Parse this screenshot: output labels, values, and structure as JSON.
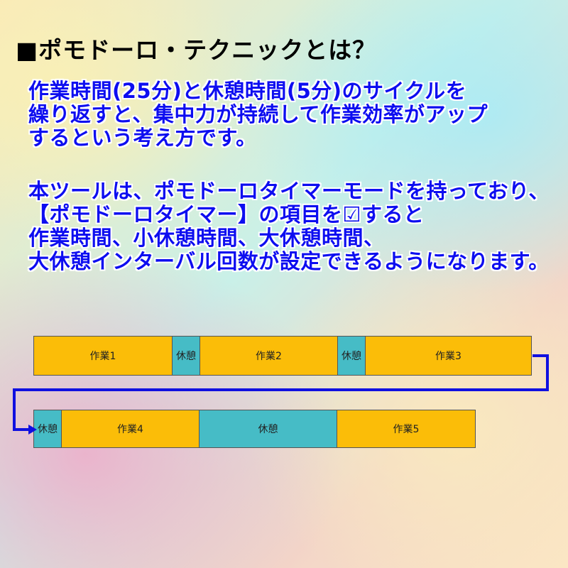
{
  "heading": {
    "title": "■ポモドーロ・テクニックとは？"
  },
  "intro": {
    "lines": [
      "作業時間(25分)と休憩時間(5分)のサイクルを",
      "繰り返すと、集中力が持続して作業効率がアップ",
      "するという考え方です。"
    ]
  },
  "tool": {
    "lines": [
      "本ツールは、ポモドーロタイマーモードを持っており、",
      "【ポモドーロタイマー】の項目を☑すると",
      "作業時間、小休憩時間、大休憩時間、",
      "大休憩インターバル回数が設定できるようになります。"
    ]
  },
  "cycle": {
    "row1": [
      {
        "label": "作業1",
        "kind": "work"
      },
      {
        "label": "休憩",
        "kind": "rest"
      },
      {
        "label": "作業2",
        "kind": "work"
      },
      {
        "label": "休憩",
        "kind": "rest"
      },
      {
        "label": "作業3",
        "kind": "work"
      }
    ],
    "row2": [
      {
        "label": "休憩",
        "kind": "rest"
      },
      {
        "label": "作業4",
        "kind": "work"
      },
      {
        "label": "休憩",
        "kind": "rest"
      },
      {
        "label": "作業5",
        "kind": "work"
      }
    ]
  },
  "colors": {
    "work": "#fbbd08",
    "rest": "#46bcc6",
    "heading_text": "#000000",
    "body_text": "#0d0df0",
    "connector_arrow": "#1010e0"
  },
  "icons": {
    "title_marker": "black-square",
    "checkbox_glyph": "ballot-box-with-check",
    "flow_connector": "right-arrow-connector"
  }
}
